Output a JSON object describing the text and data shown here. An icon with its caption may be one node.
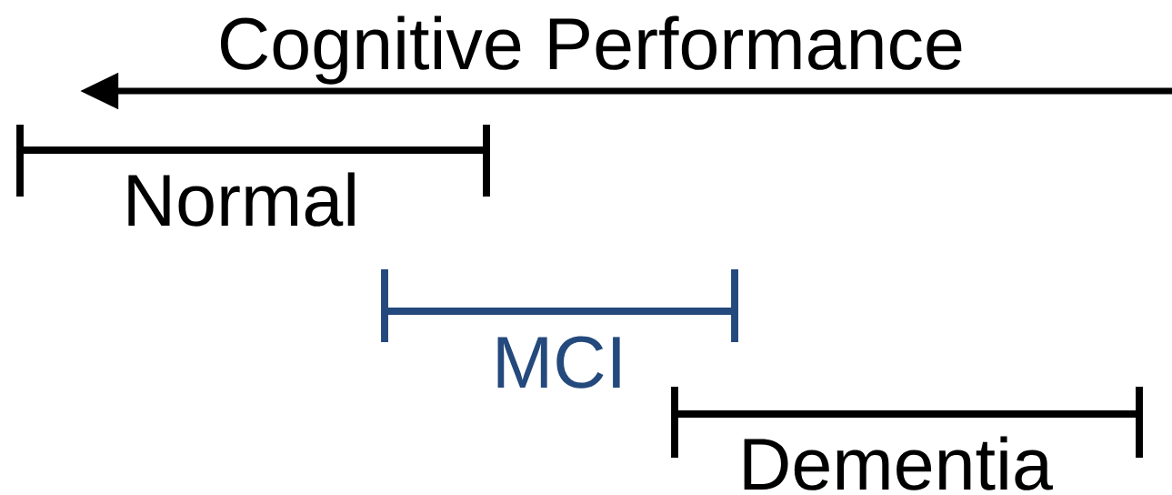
{
  "diagram": {
    "labels": [
      "Cognitive Performance",
      "Normal",
      "MCI",
      "Dementia"
    ]
  }
}
